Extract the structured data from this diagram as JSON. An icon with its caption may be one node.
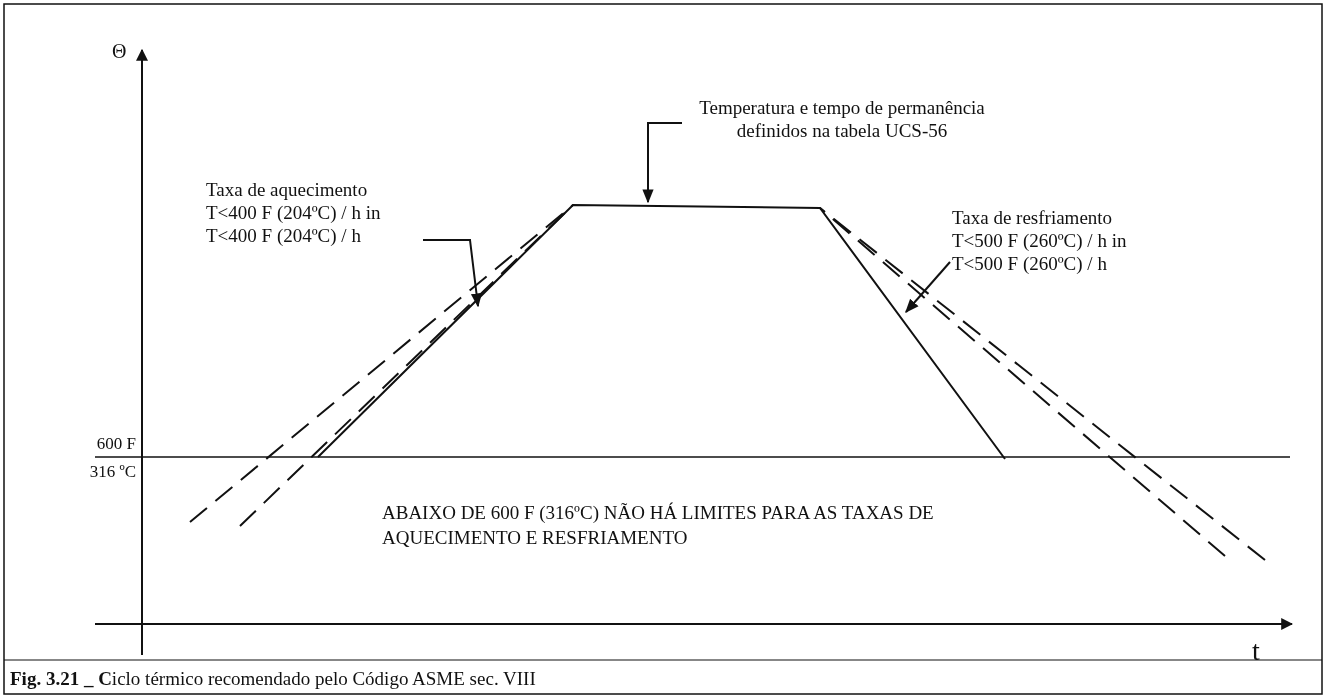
{
  "diagram": {
    "caption": "**Fig. 3.21 _ C**iclo térmico recomendado pelo Código ASME sec. VIII",
    "nodes": [
      {
        "text": [
          "Temperatura e tempo de permanência definidos na tabela UCS-56"
        ]
      },
      {
        "text": [
          "Taxa de aquecimento T<400 F (204ºC) / h in T<400 F (204ºC) / h"
        ]
      },
      {
        "text": [
          "Taxa de resfriamento T<500 F (260ºC) / h in T<500 F (260ºC) / h"
        ]
      }
    ],
    "edges": [
      {
        "from": 0,
        "to": null,
        "arrow": "to"
      },
      {
        "from": 1,
        "to": null,
        "arrow": "to"
      },
      {
        "from": 2,
        "to": null,
        "arrow": "to"
      }
    ],
    "labels": [
      "Θ",
      "600 F",
      "316 ºC",
      "ABAIXO DE 600 F (316ºC) NÃO HÁ LIMITES PARA AS TAXAS DE AQUECIMENTO E RESFRIAMENTO",
      "t"
    ]
  }
}
